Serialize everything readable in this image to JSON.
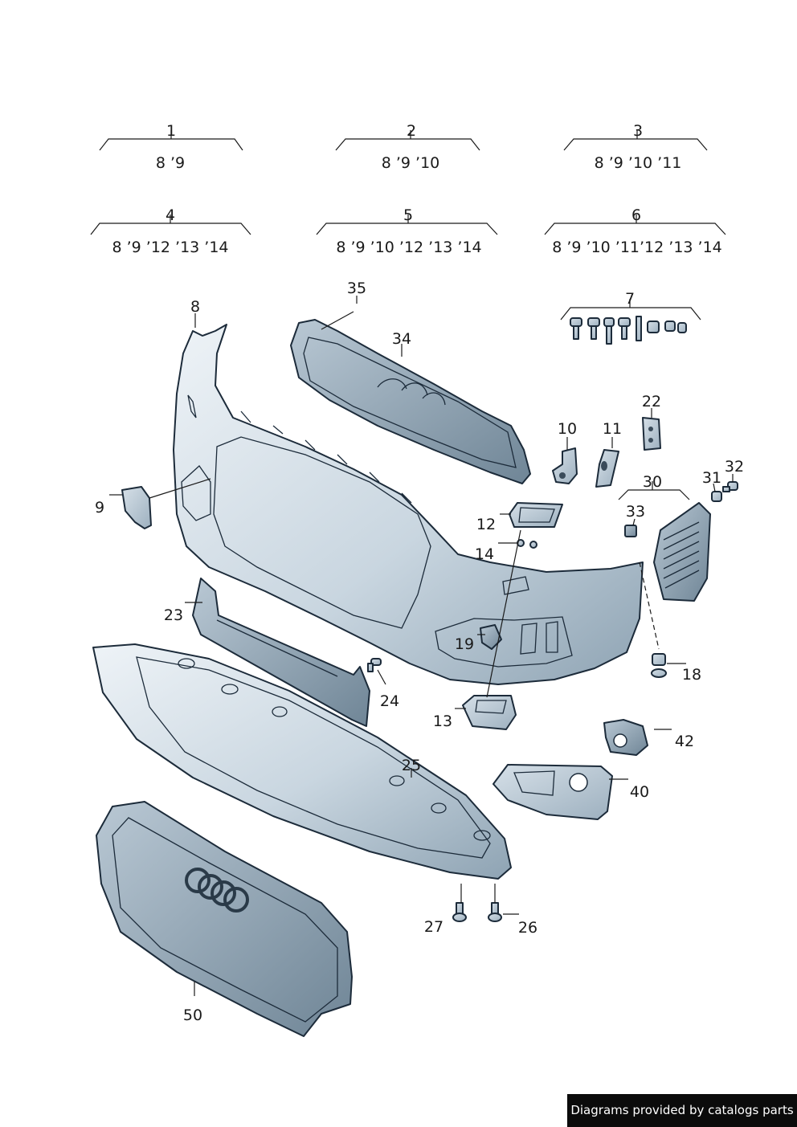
{
  "diagram": {
    "kits": [
      {
        "ref": "1",
        "includes": "8 ’9"
      },
      {
        "ref": "2",
        "includes": "8 ’9 ’10"
      },
      {
        "ref": "3",
        "includes": "8 ’9 ’10 ’11"
      },
      {
        "ref": "4",
        "includes": "8 ’9 ’12 ’13 ’14"
      },
      {
        "ref": "5",
        "includes": "8 ’9 ’10 ’12 ’13 ’14"
      },
      {
        "ref": "6",
        "includes": "8 ’9 ’10 ’11’12 ’13 ’14"
      }
    ],
    "callouts": [
      "35",
      "8",
      "34",
      "7",
      "22",
      "10",
      "11",
      "32",
      "31",
      "30",
      "33",
      "9",
      "12",
      "14",
      "23",
      "19",
      "18",
      "24",
      "13",
      "25",
      "42",
      "40",
      "27",
      "26",
      "50"
    ],
    "colors": {
      "part_light": "#dfe7ee",
      "part_mid": "#aebfcd",
      "part_dark": "#6f8596",
      "outline": "#1c2b3a"
    }
  },
  "footer": {
    "credit": "Diagrams provided by catalogs parts"
  }
}
